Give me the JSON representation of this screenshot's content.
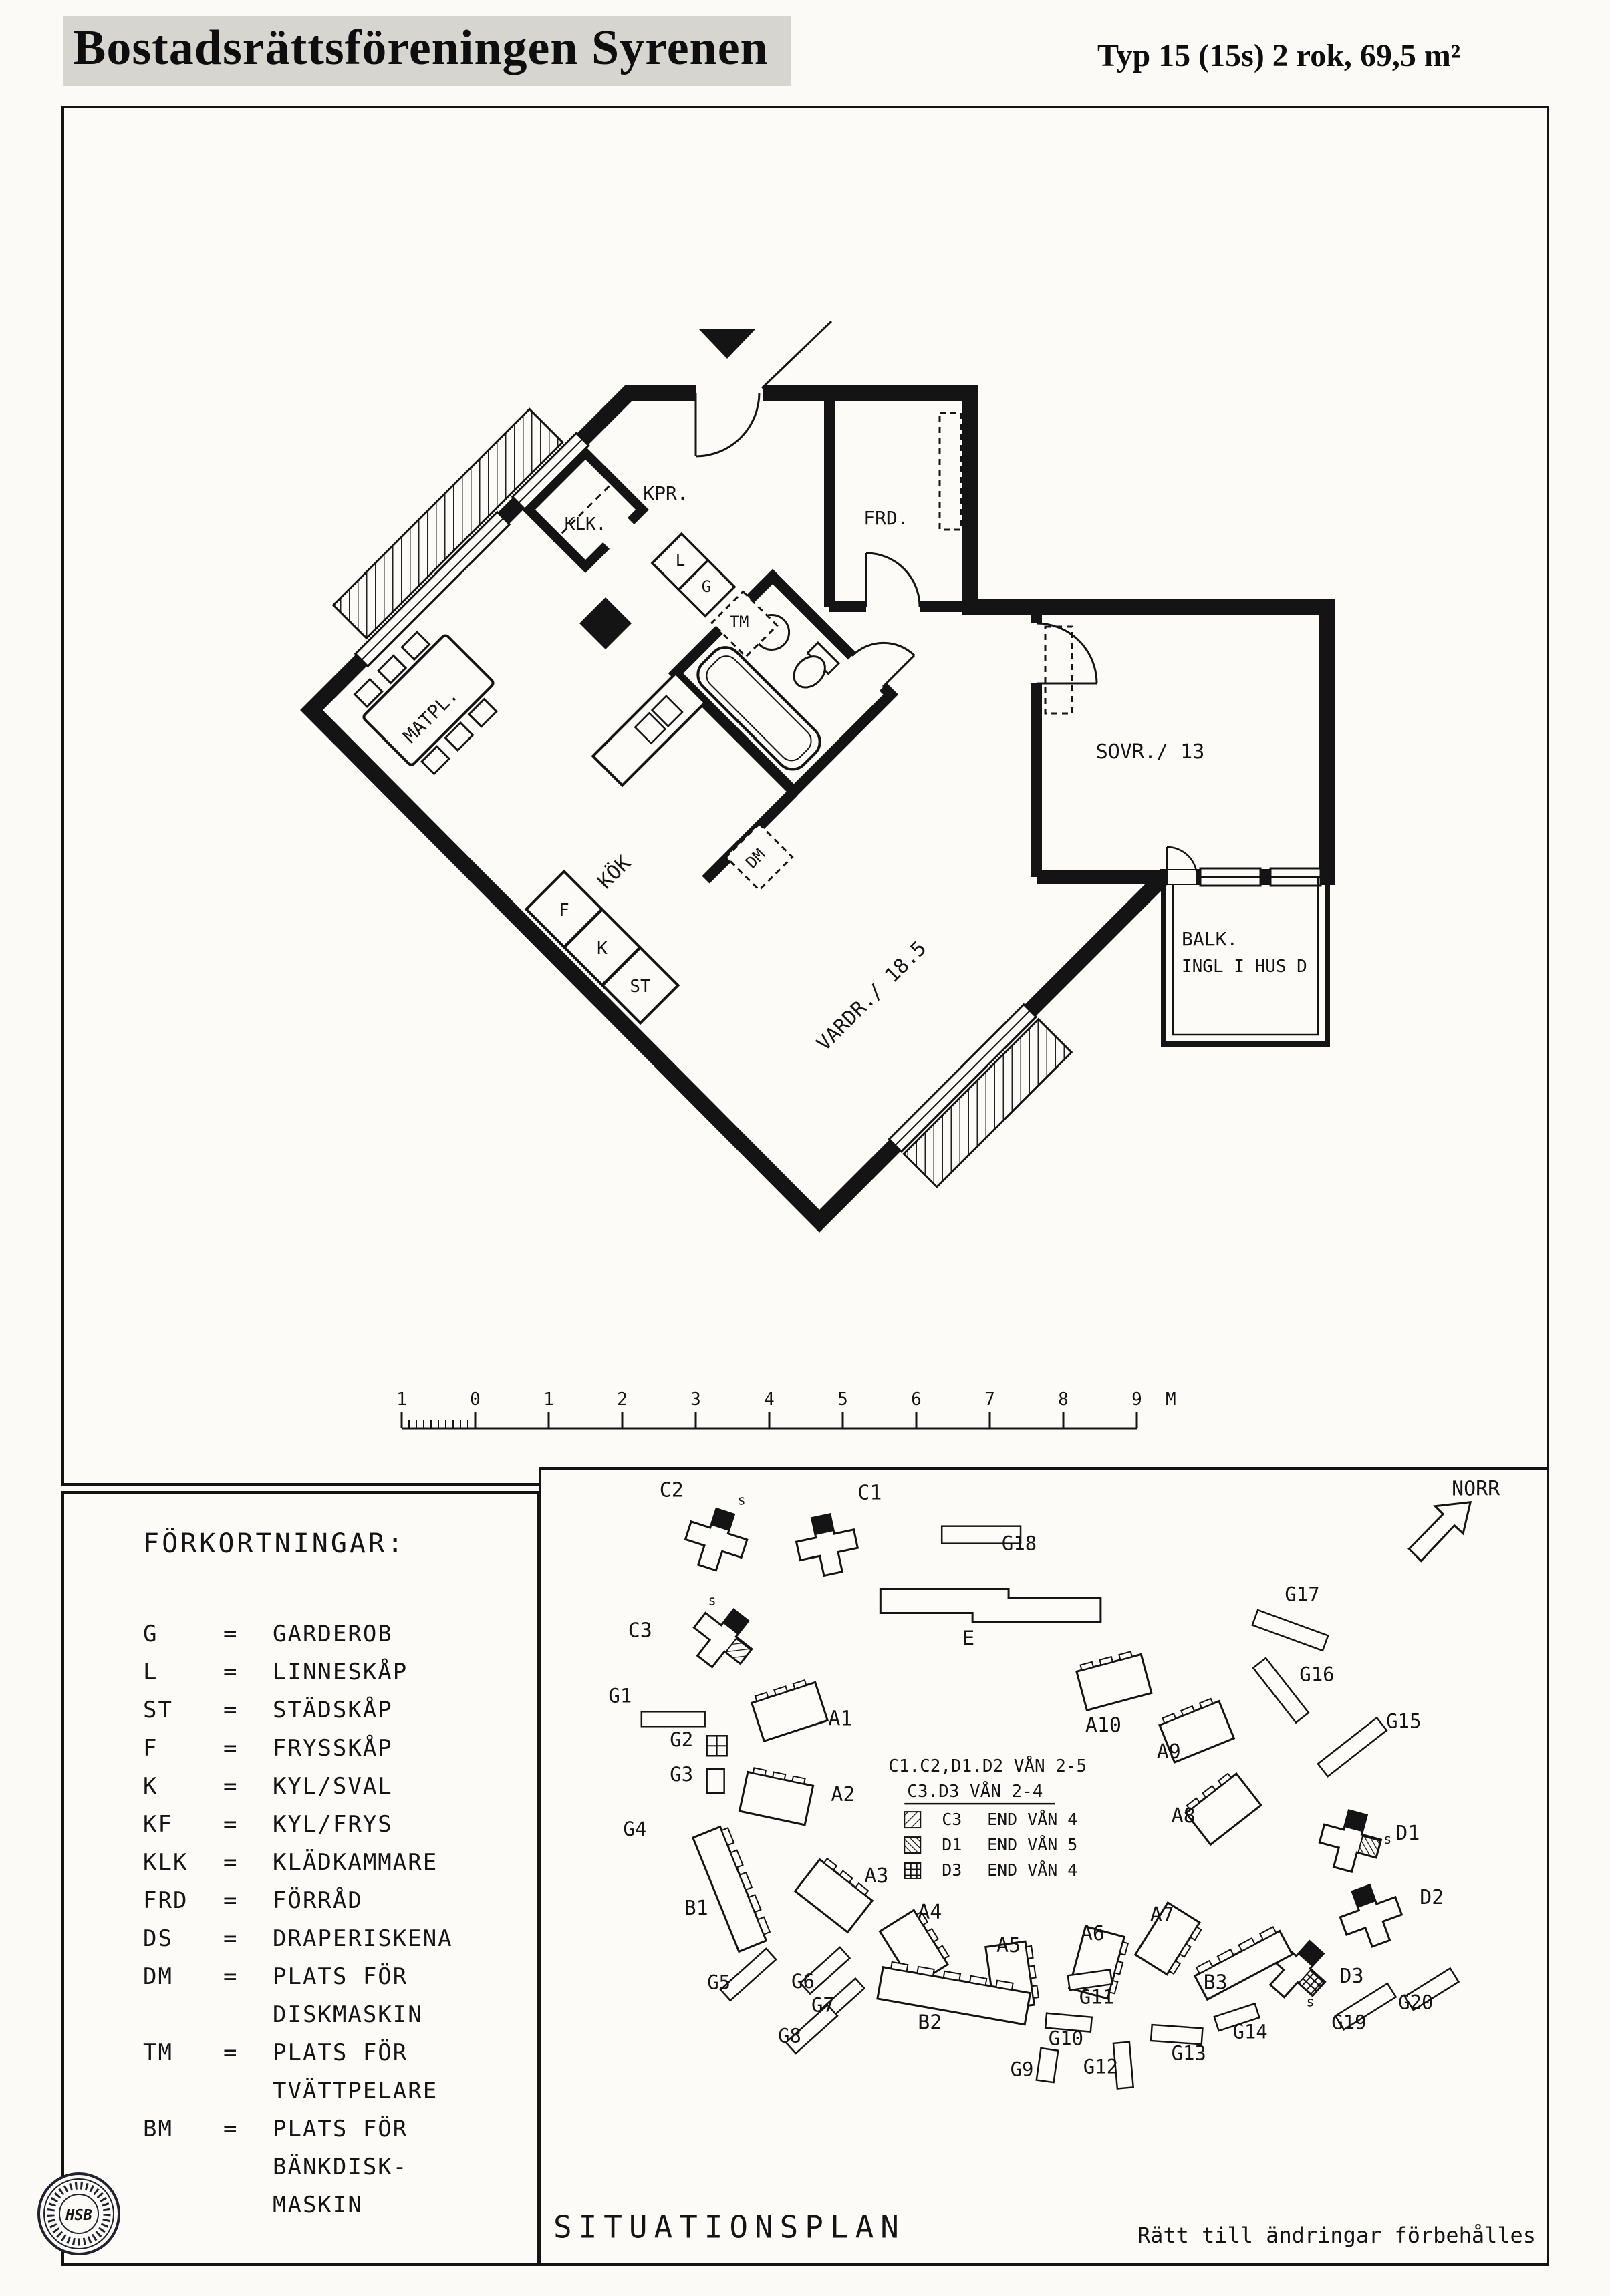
{
  "header": {
    "title": "Bostadsrättsföreningen Syrenen",
    "type_label": "Typ 15 (15s) 2 rok, 69,5 m²"
  },
  "floorplan": {
    "rooms": {
      "klk": "KLK.",
      "kpr": "KPR.",
      "frd": "FRD.",
      "matpl": "MATPL.",
      "kok": "KÖK",
      "sovr": "SOVR./ 13",
      "vardr": "VARDR./ 18.5",
      "balk_line1": "BALK.",
      "balk_line2": "INGL I HUS D"
    },
    "fixtures": {
      "l": "L",
      "g": "G",
      "tm": "TM",
      "dm": "DM",
      "f": "F",
      "k": "K",
      "st": "ST"
    },
    "scale_ticks": [
      "1",
      "0",
      "1",
      "2",
      "3",
      "4",
      "5",
      "6",
      "7",
      "8",
      "9",
      "M"
    ]
  },
  "abbreviations": {
    "title": "FÖRKORTNINGAR:",
    "items": [
      {
        "abbr": "G",
        "eq": "=",
        "lines": [
          "GARDEROB"
        ]
      },
      {
        "abbr": "L",
        "eq": "=",
        "lines": [
          "LINNESKÅP"
        ]
      },
      {
        "abbr": "ST",
        "eq": "=",
        "lines": [
          "STÄDSKÅP"
        ]
      },
      {
        "abbr": "F",
        "eq": "=",
        "lines": [
          "FRYSSKÅP"
        ]
      },
      {
        "abbr": "K",
        "eq": "=",
        "lines": [
          "KYL/SVAL"
        ]
      },
      {
        "abbr": "KF",
        "eq": "=",
        "lines": [
          "KYL/FRYS"
        ]
      },
      {
        "abbr": "KLK",
        "eq": "=",
        "lines": [
          "KLÄDKAMMARE"
        ]
      },
      {
        "abbr": "FRD",
        "eq": "=",
        "lines": [
          "FÖRRÅD"
        ]
      },
      {
        "abbr": "DS",
        "eq": "=",
        "lines": [
          "DRAPERISKENA"
        ]
      },
      {
        "abbr": "DM",
        "eq": "=",
        "lines": [
          "PLATS FÖR",
          "DISKMASKIN"
        ]
      },
      {
        "abbr": "TM",
        "eq": "=",
        "lines": [
          "PLATS FÖR",
          "TVÄTTPELARE"
        ]
      },
      {
        "abbr": "BM",
        "eq": "=",
        "lines": [
          "PLATS FÖR",
          "BÄNKDISK-",
          "MASKIN"
        ]
      }
    ]
  },
  "siteplan": {
    "title": "SITUATIONSPLAN",
    "north_label": "NORR",
    "note": "Rätt till ändringar förbehålles",
    "legend": {
      "line1": "C1.C2,D1.D2 VÅN 2-5",
      "line2": "C3.D3 VÅN 2-4",
      "items": [
        {
          "code": "C3",
          "desc": "END VÅN 4"
        },
        {
          "code": "D1",
          "desc": "END VÅN 5"
        },
        {
          "code": "D3",
          "desc": "END VÅN 4"
        }
      ]
    },
    "labels": [
      "C2",
      "C1",
      "C3",
      "E",
      "G18",
      "G17",
      "G16",
      "G15",
      "A10",
      "A9",
      "A8",
      "G1",
      "G2",
      "G3",
      "G4",
      "A1",
      "A2",
      "A3",
      "A4",
      "A5",
      "A6",
      "A7",
      "B1",
      "B2",
      "B3",
      "D1",
      "D2",
      "D3",
      "G5",
      "G6",
      "G7",
      "G8",
      "G9",
      "G10",
      "G11",
      "G12",
      "G13",
      "G14",
      "G19",
      "G20"
    ],
    "s_markers": [
      "s",
      "s",
      "s",
      "s"
    ]
  },
  "logo": {
    "text": "HSB"
  }
}
